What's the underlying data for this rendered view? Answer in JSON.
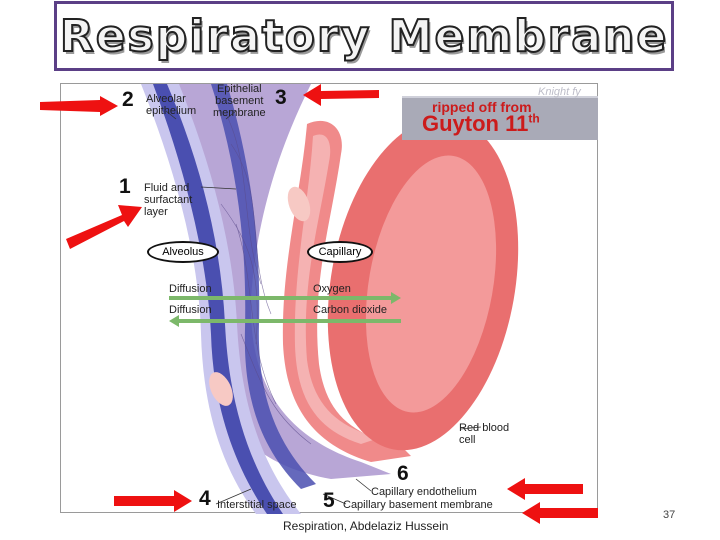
{
  "title": "Respiratory Membrane",
  "figure": {
    "labels": {
      "alveolar_epithelium": "Alveolar\nepithelium",
      "epithelial_basement_membrane": "Epithelial\nbasement\nmembrane",
      "fluid_surfactant": "Fluid and\nsurfactant\nlayer",
      "alveolus": "Alveolus",
      "capillary": "Capillary",
      "diffusion_1": "Diffusion",
      "diffusion_2": "Diffusion",
      "oxygen": "Oxygen",
      "carbon_dioxide": "Carbon dioxide",
      "red_blood_cell": "Red blood\ncell",
      "capillary_endothelium": "Capillary endothelium",
      "interstitial_space": "Interstitial space",
      "capillary_basement_membrane": "Capillary basement membrane"
    },
    "numbers": {
      "n1": "1",
      "n2": "2",
      "n3": "3",
      "n4": "4",
      "n5": "5",
      "n6": "6"
    },
    "watermark": {
      "line1": "ripped off from",
      "line2": "Guyton 11",
      "sup": "th",
      "ghost": "Knight fy"
    }
  },
  "colors": {
    "arrow_red": "#ee1111",
    "membrane_blue": "#4a4fb0",
    "membrane_light": "#c9c6ee",
    "interstitial_purple": "#b8a6d6",
    "endothelium_pink": "#f08a8a",
    "rbc_red": "#e96f6f",
    "diffusion_green": "#7cb86a",
    "title_border": "#5b3f86"
  },
  "footer": "Respiration, Abdelaziz  Hussein",
  "page_number": "37"
}
